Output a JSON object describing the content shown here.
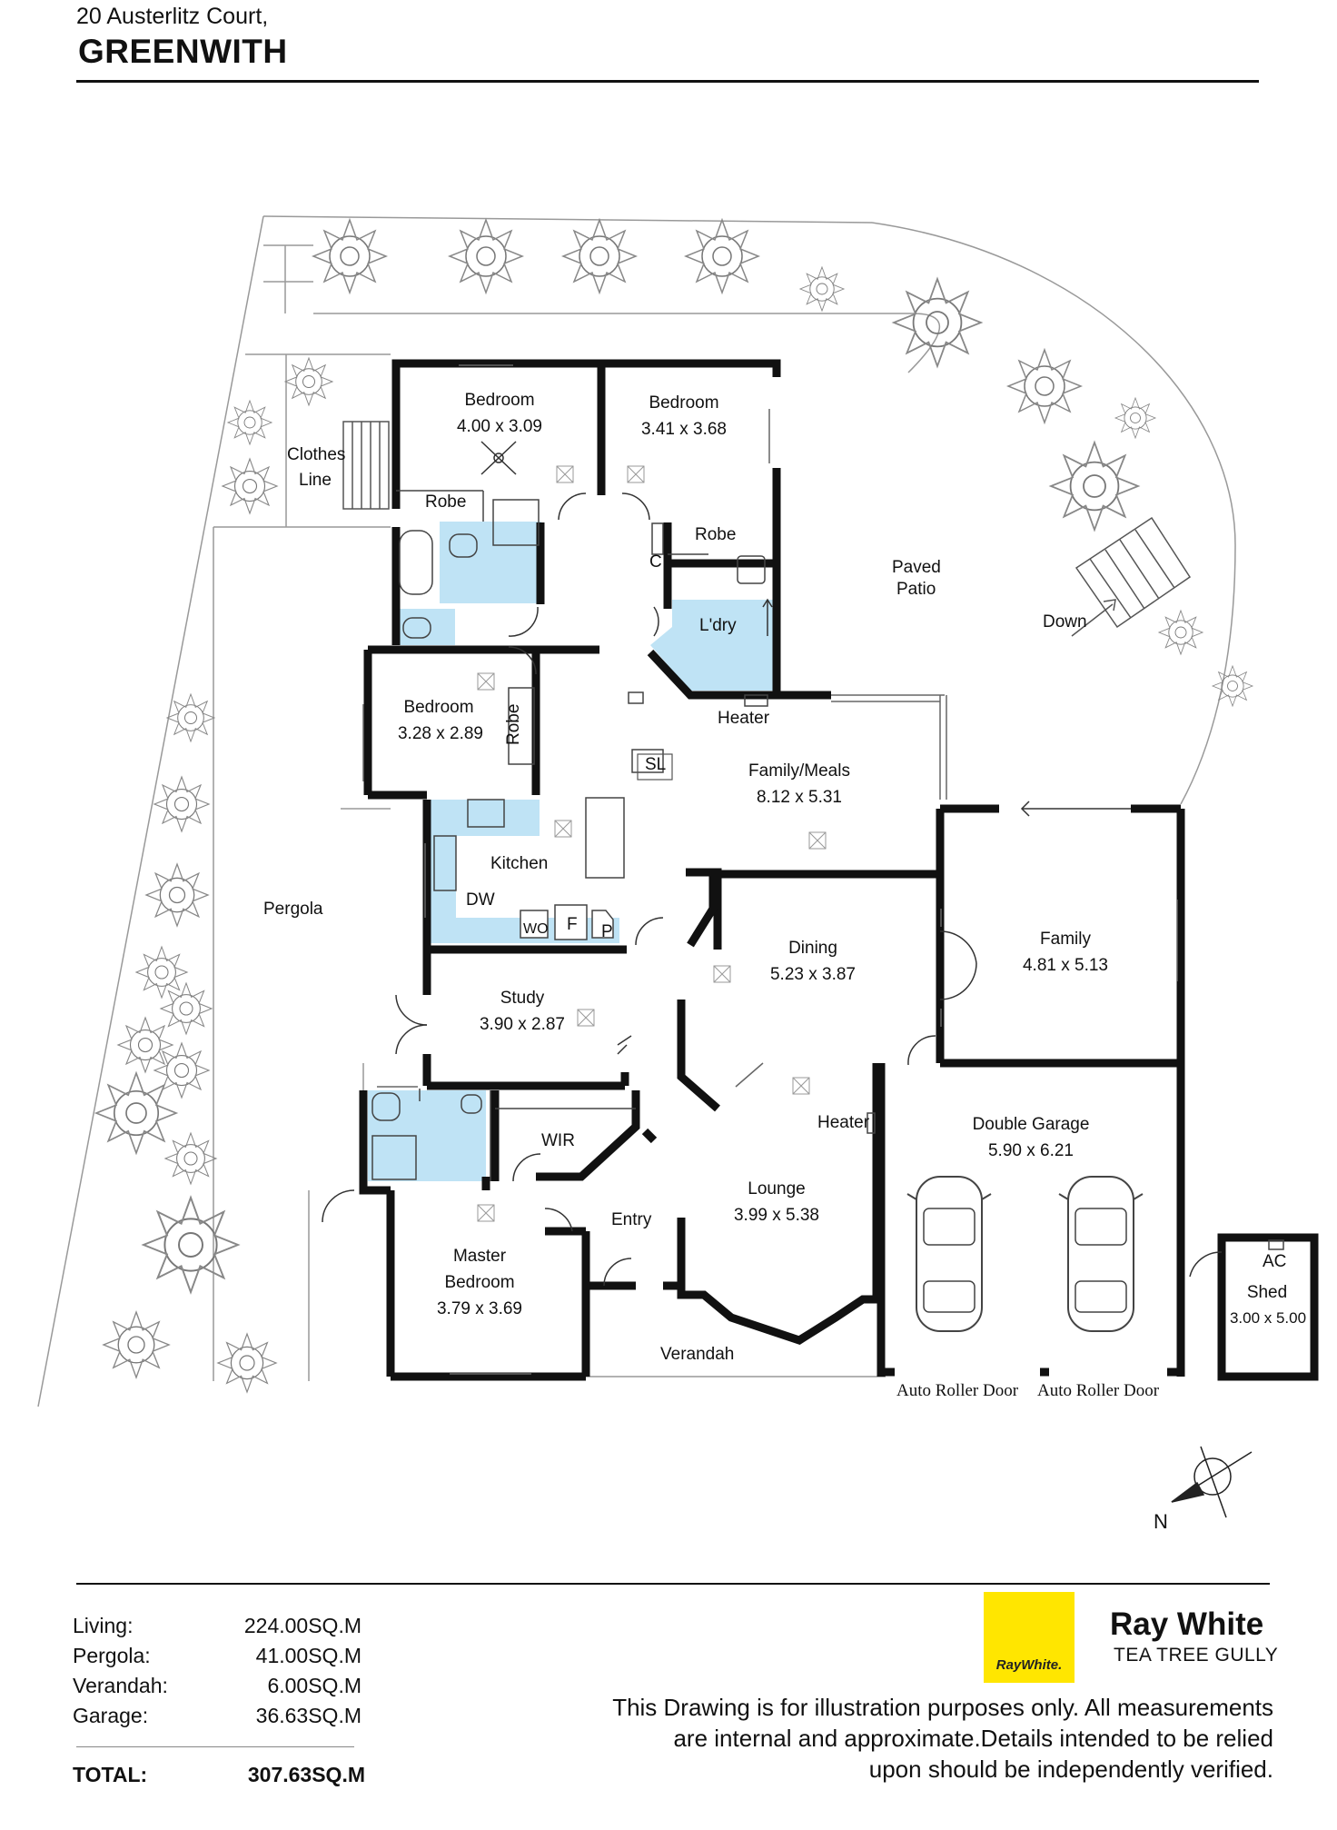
{
  "header": {
    "address": "20 Austerlitz Court,",
    "suburb": "GREENWITH"
  },
  "rooms": {
    "bedroom1": {
      "name": "Bedroom",
      "dims": "4.00 x 3.09"
    },
    "bedroom2": {
      "name": "Bedroom",
      "dims": "3.41 x 3.68"
    },
    "bedroom3": {
      "name": "Bedroom",
      "dims": "3.28 x 2.89"
    },
    "robe": "Robe",
    "clothes": "Clothes",
    "line": "Line",
    "c": "C",
    "laundry": "L'dry",
    "paved": "Paved",
    "patio": "Patio",
    "down": "Down",
    "heater": "Heater",
    "sl": "SL",
    "family_meals": {
      "name": "Family/Meals",
      "dims": "8.12 x 5.31"
    },
    "kitchen": "Kitchen",
    "dw": "DW",
    "wo": "WO",
    "f": "F",
    "p": "P",
    "pergola": "Pergola",
    "dining": {
      "name": "Dining",
      "dims": "5.23 x 3.87"
    },
    "family": {
      "name": "Family",
      "dims": "4.81 x 5.13"
    },
    "study": {
      "name": "Study",
      "dims": "3.90 x 2.87"
    },
    "wir": "WIR",
    "double_garage": {
      "name": "Double Garage",
      "dims": "5.90 x 6.21"
    },
    "lounge": {
      "name": "Lounge",
      "dims": "3.99 x 5.38"
    },
    "entry": "Entry",
    "master": {
      "line1": "Master",
      "line2": "Bedroom",
      "dims": "3.79 x 3.69"
    },
    "ac": "AC",
    "shed": {
      "name": "Shed",
      "dims": "3.00 x 5.00"
    },
    "verandah": "Verandah",
    "roller1": "Auto Roller Door",
    "roller2": "Auto Roller Door",
    "north": "N"
  },
  "areas": [
    {
      "label": "Living:",
      "value": "224.00SQ.M"
    },
    {
      "label": "Pergola:",
      "value": "41.00SQ.M"
    },
    {
      "label": "Verandah:",
      "value": "6.00SQ.M"
    },
    {
      "label": "Garage:",
      "value": "36.63SQ.M"
    }
  ],
  "total": {
    "label": "TOTAL:",
    "value": "307.63SQ.M"
  },
  "agency": {
    "logo_text": "RayWhite.",
    "name": "Ray White",
    "office": "TEA TREE GULLY"
  },
  "disclaimer": {
    "line1": "This Drawing is for illustration purposes only. All measurements",
    "line2": "are internal and approximate.Details intended to be relied",
    "line3": "upon should be independently verified."
  },
  "colors": {
    "wet_area": "#bfe3f5",
    "wall": "#111111",
    "logo_yellow": "#ffe600"
  }
}
